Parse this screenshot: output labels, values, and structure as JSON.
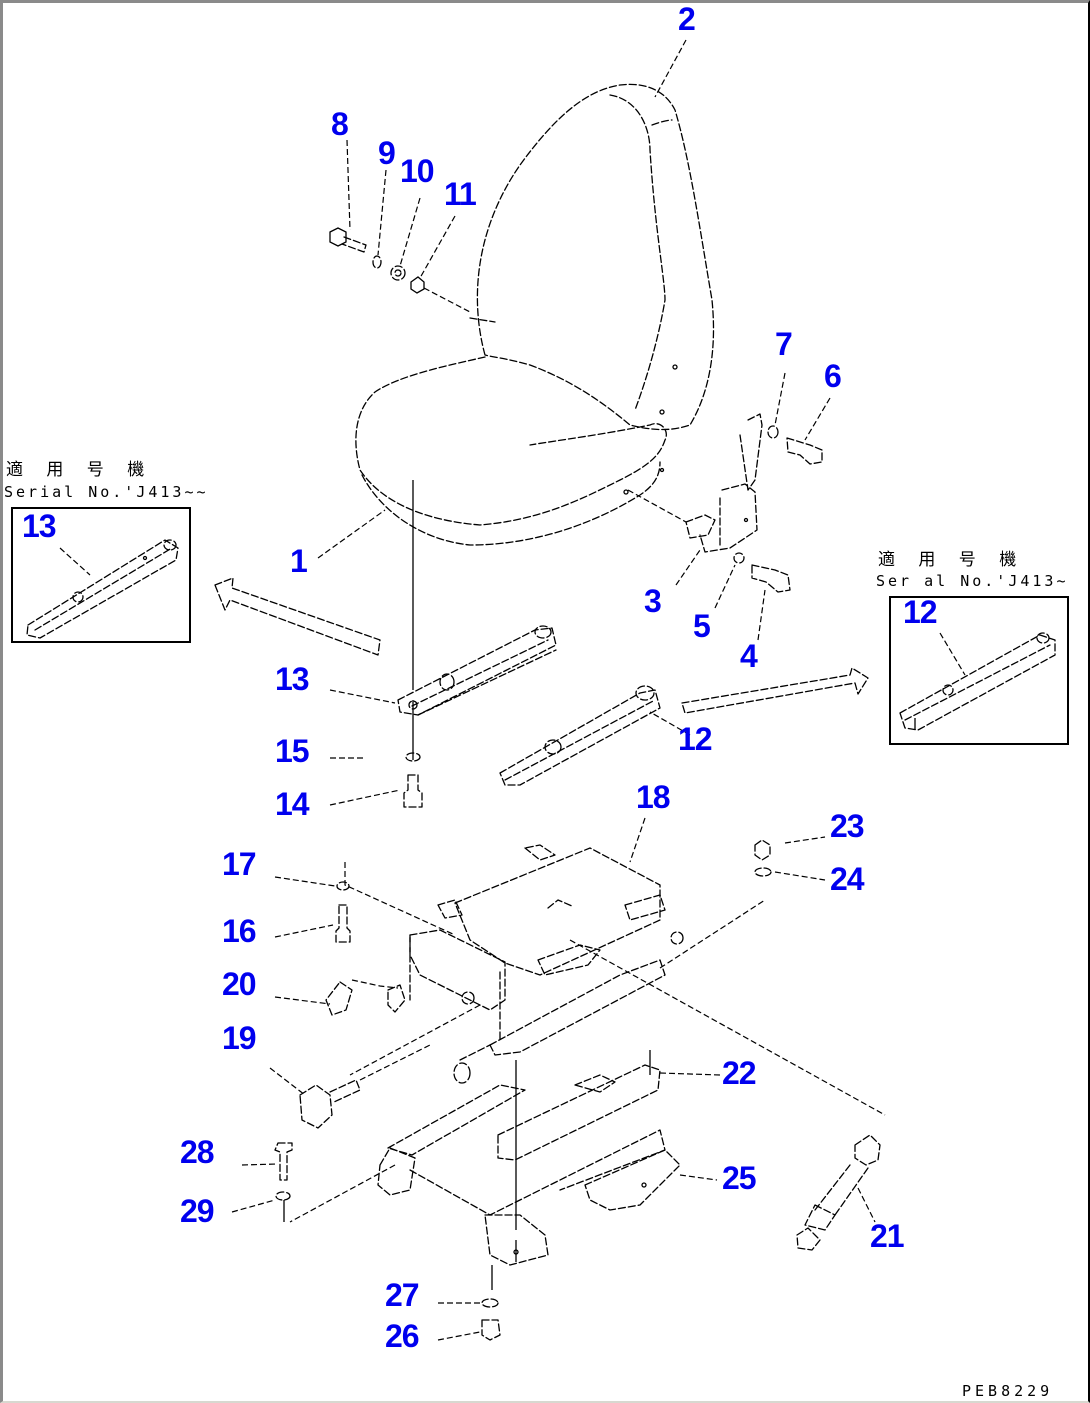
{
  "diagram": {
    "type": "exploded-parts-view",
    "subject": "operator seat assembly",
    "drawing_id": "PEB8229",
    "label_color": "#0000ee",
    "line_color": "#000000",
    "callouts": [
      "1",
      "2",
      "3",
      "4",
      "5",
      "6",
      "7",
      "8",
      "9",
      "10",
      "11",
      "12",
      "13",
      "14",
      "15",
      "16",
      "17",
      "18",
      "19",
      "20",
      "21",
      "22",
      "23",
      "24",
      "25",
      "26",
      "27",
      "28",
      "29"
    ]
  },
  "insets": {
    "left": {
      "applicability_label": "適 用 号 機",
      "serial_text": "Serial No.'J413~~",
      "part_callout": "13"
    },
    "right": {
      "applicability_label": "適 用 号 機",
      "serial_text": "Ser al No.'J413~",
      "part_callout": "12"
    }
  }
}
